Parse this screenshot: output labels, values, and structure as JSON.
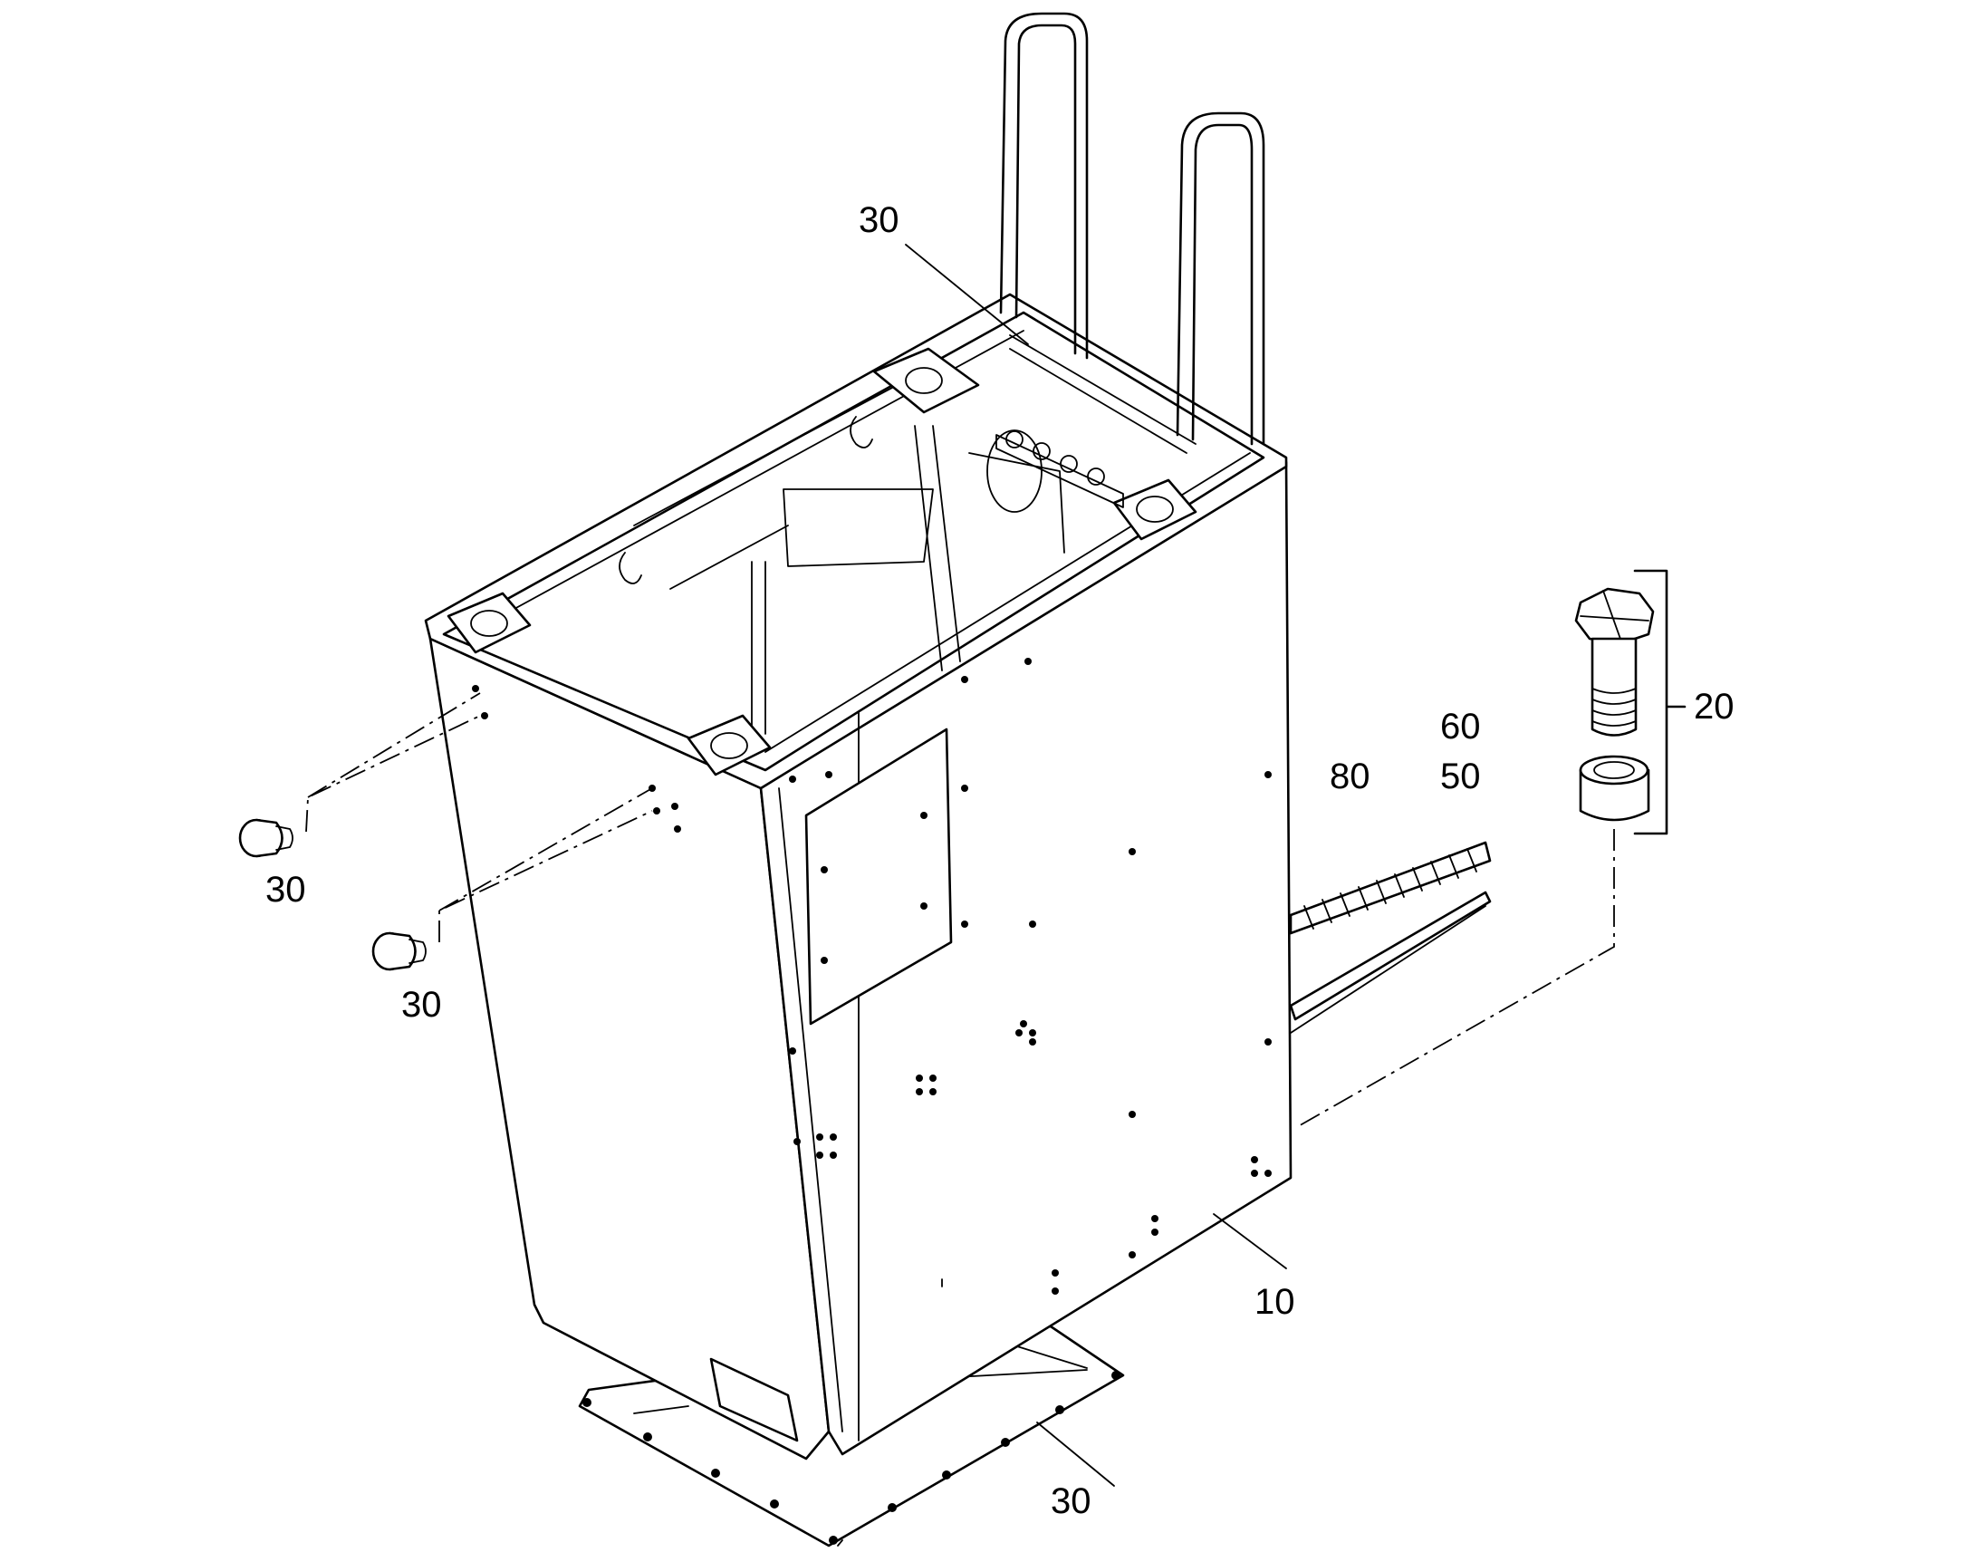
{
  "callouts": {
    "top_rail": "30",
    "plug_upper": "30",
    "plug_lower": "30",
    "bolt_assembly": "20",
    "cable_upper": "60",
    "cable_lower": "50",
    "hose": "80",
    "housing": "10",
    "base_plate": "30"
  },
  "icons": {
    "bolt": "hex-bolt-icon",
    "washer": "spacer-sleeve-icon",
    "plug": "blind-plug-icon"
  }
}
